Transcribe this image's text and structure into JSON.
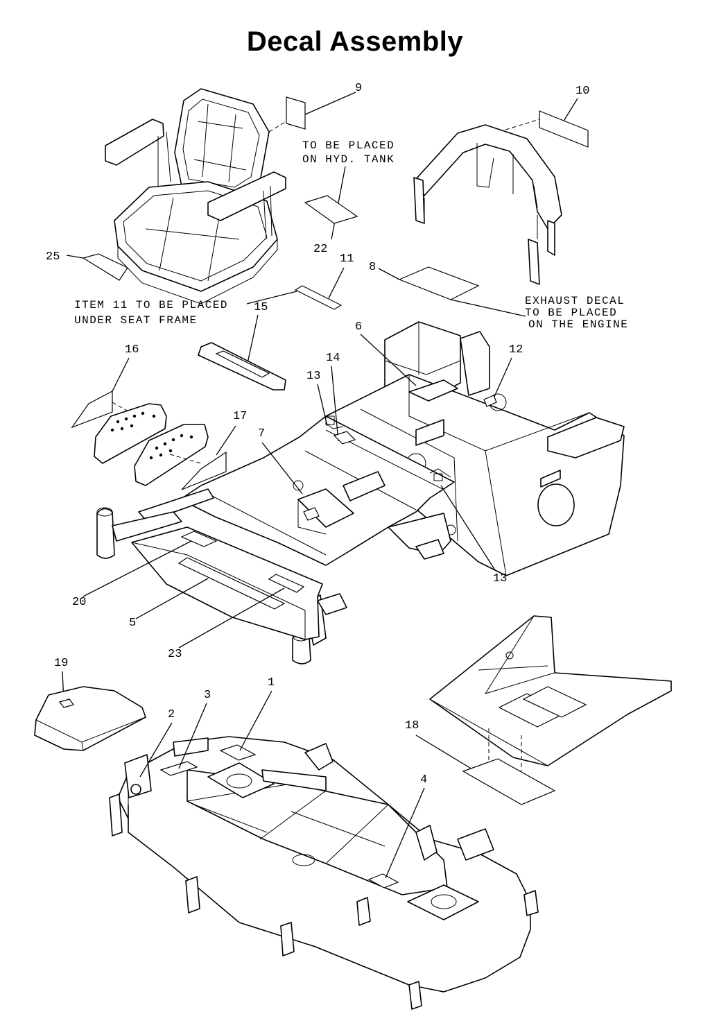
{
  "title": "Decal Assembly",
  "callouts": [
    "1",
    "2",
    "3",
    "4",
    "5",
    "6",
    "7",
    "8",
    "9",
    "10",
    "11",
    "12",
    "13",
    "13",
    "14",
    "15",
    "16",
    "17",
    "18",
    "19",
    "20",
    "22",
    "23",
    "25"
  ],
  "notes": {
    "hyd_tank": [
      "TO BE PLACED",
      "ON HYD. TANK"
    ],
    "item11": [
      "ITEM 11 TO BE PLACED",
      "UNDER SEAT FRAME"
    ],
    "exhaust": [
      "EXHAUST DECAL",
      "TO BE PLACED",
      "ON THE ENGINE"
    ]
  }
}
